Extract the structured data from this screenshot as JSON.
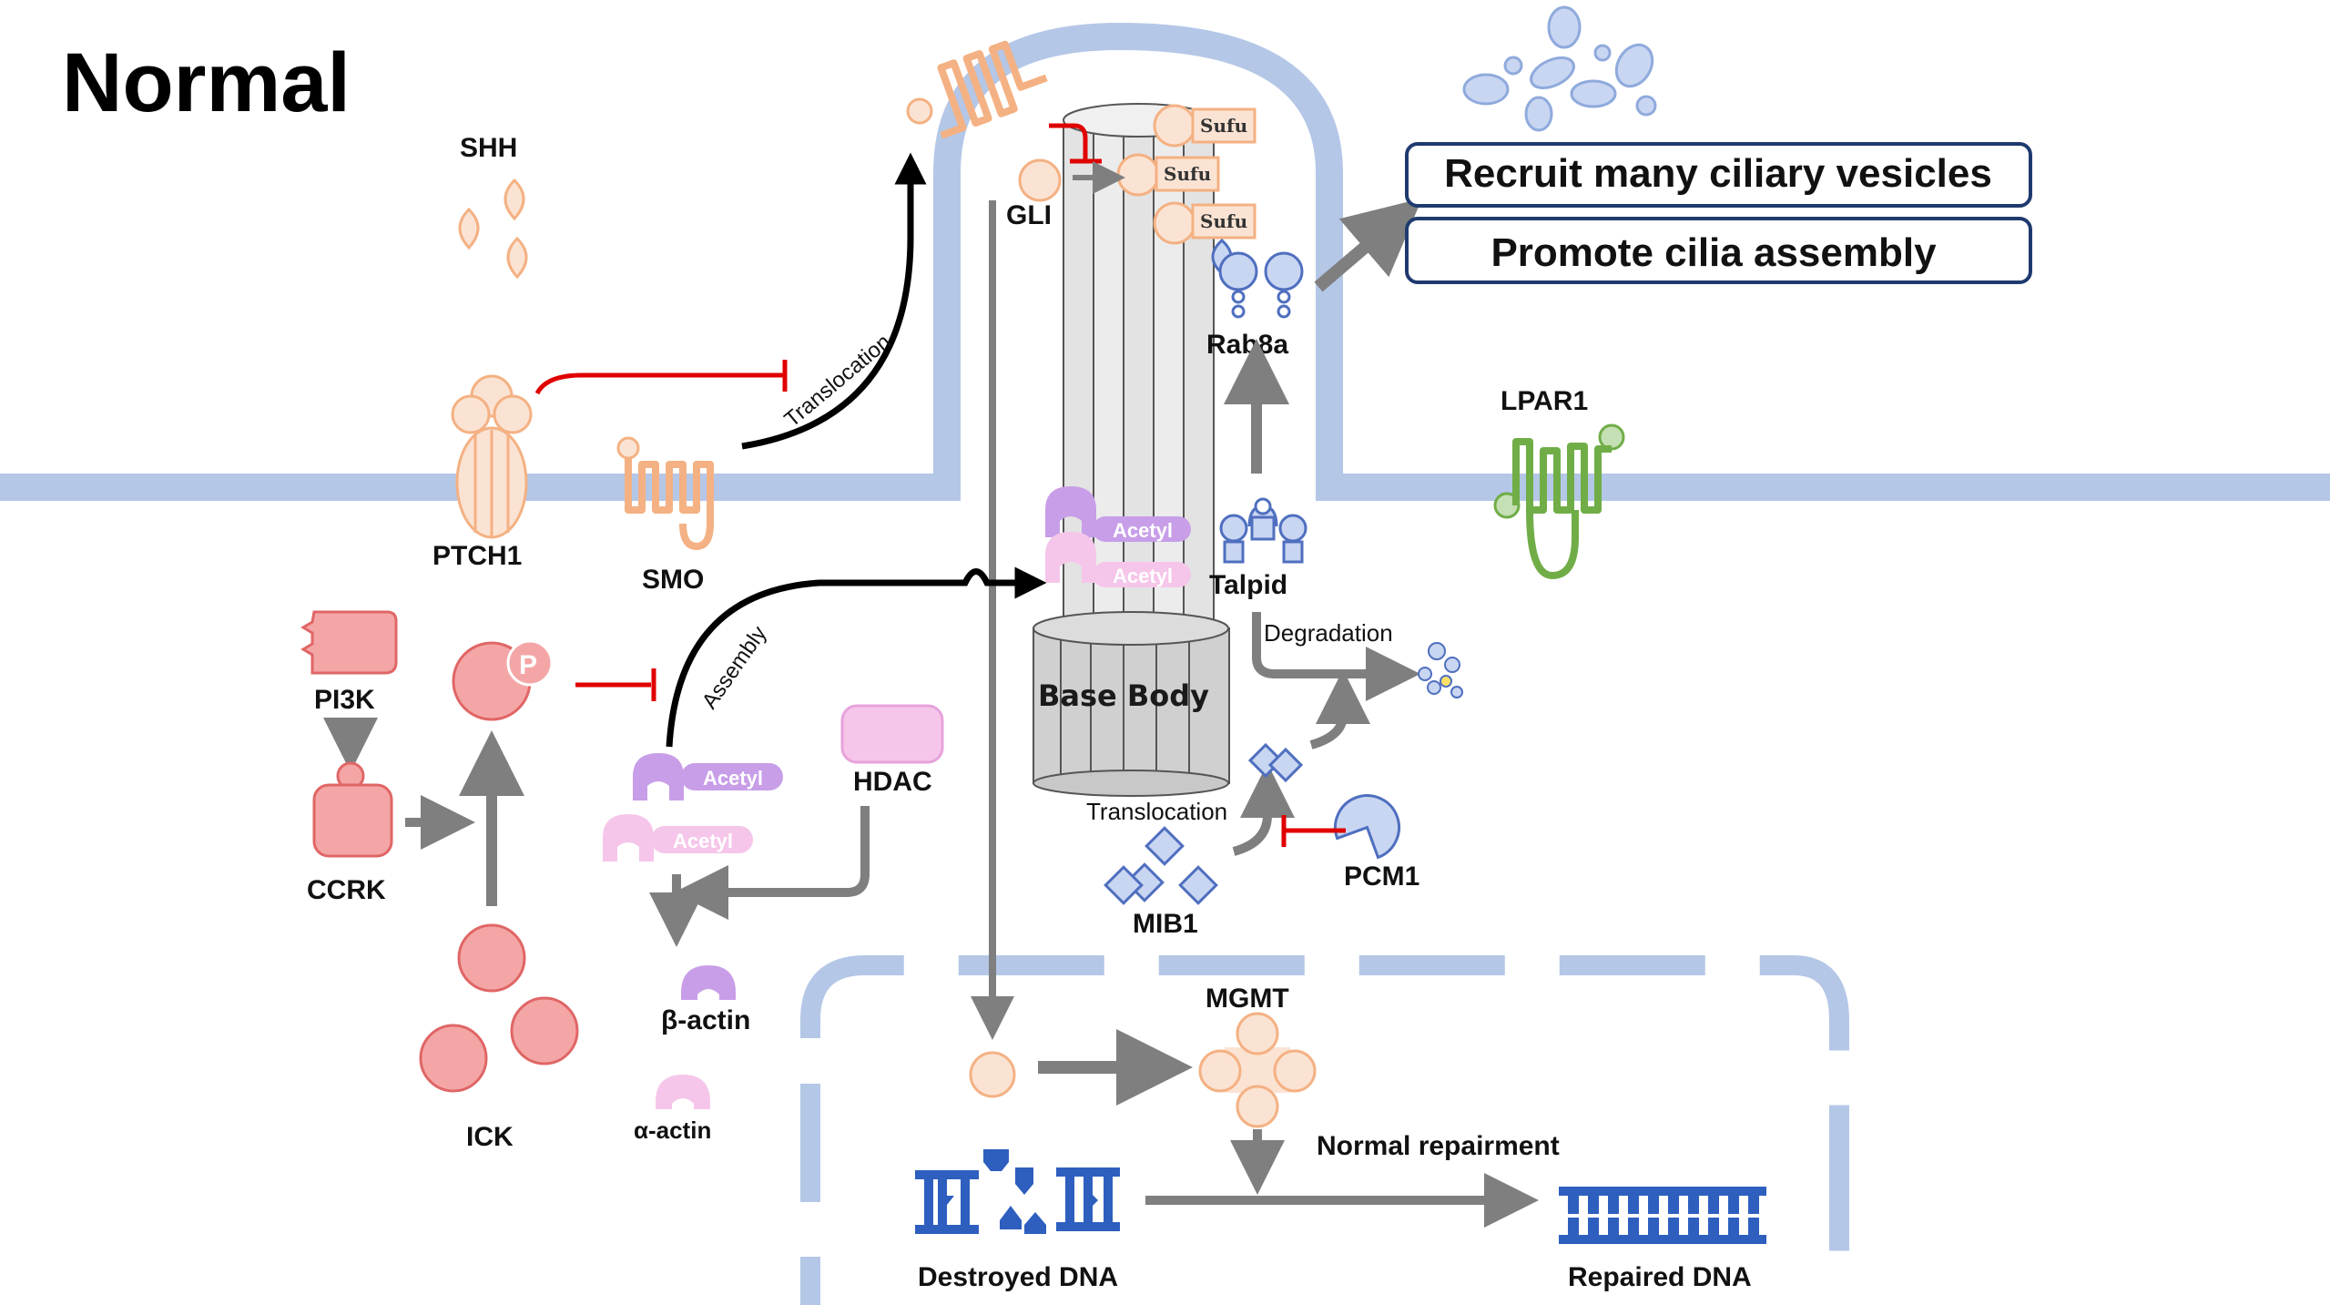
{
  "title": "Normal",
  "labels": {
    "shh": "SHH",
    "ptch1": "PTCH1",
    "smo": "SMO",
    "gli": "GLI",
    "sufu": "Sufu",
    "rab8a": "Rab8a",
    "lpar1": "LPAR1",
    "talpid": "Talpid",
    "degradation": "Degradation",
    "base_body": "Base Body",
    "translocation_upper": "Translocation",
    "translocation_lower": "Translocation",
    "assembly": "Assembly",
    "acetyl": "Acetyl",
    "hdac": "HDAC",
    "beta_actin": "β-actin",
    "alpha_actin": "α-actin",
    "pi3k": "PI3K",
    "ccrk": "CCRK",
    "ick": "ICK",
    "p": "P",
    "mib1": "MIB1",
    "pcm1": "PCM1",
    "mgmt": "MGMT",
    "normal_repairment": "Normal repairment",
    "destroyed_dna": "Destroyed DNA",
    "repaired_dna": "Repaired DNA"
  },
  "boxes": {
    "recruit": "Recruit many ciliary vesicles",
    "promote": "Promote cilia assembly"
  },
  "colors": {
    "membrane": "#b4c7e7",
    "peach_fill": "#fbe3d3",
    "peach_stroke": "#f4b183",
    "red_fill": "#f4a6a6",
    "red_stroke": "#e06666",
    "purple": "#c89ee8",
    "pink": "#f5c6ea",
    "blue_protein": "#c9d6f2",
    "blue_stroke": "#4f6fbf",
    "green_fill": "#c5e0b4",
    "green_stroke": "#70ad47",
    "dna_blue": "#2e5fbf",
    "arrow_gray": "#7f7f7f",
    "inhibit_red": "#e00000",
    "box_border": "#1f3a6e"
  }
}
